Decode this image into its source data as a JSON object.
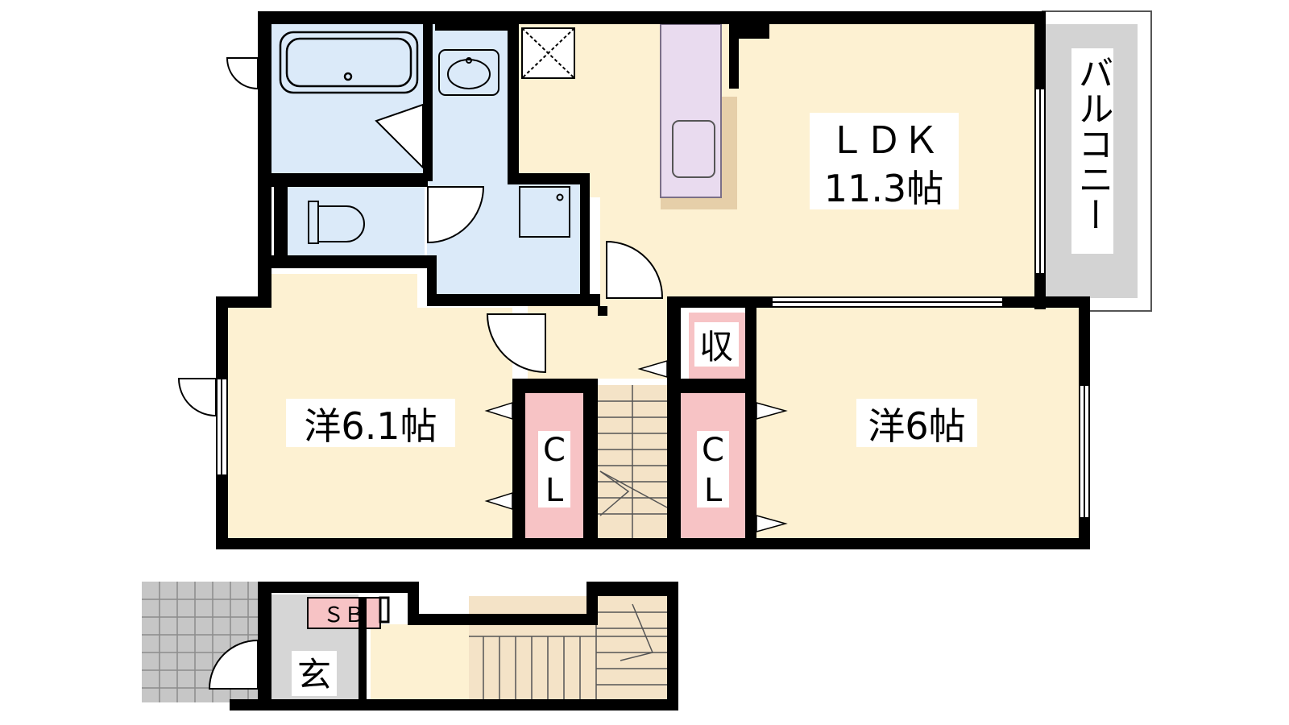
{
  "labels": {
    "ldk_name": "ＬＤＫ",
    "ldk_size": "11.3帖",
    "balcony": "バルコニー",
    "room_west": "洋6.1帖",
    "room_east": "洋6帖",
    "storage": "収",
    "closet_c": "C",
    "closet_l": "L",
    "shoe_box": "ＳＢ",
    "entrance": "玄"
  },
  "colors": {
    "wall": "#000000",
    "room": "#fdf1d2",
    "wet_area": "#dbeaf9",
    "closet": "#f7c3c5",
    "kitchen": "#e9dbef",
    "balcony": "#d3d3d3",
    "entrance_floor": "#d6d6d6",
    "stairs": "#f4e3c7",
    "paving": "#c6c6c6"
  }
}
